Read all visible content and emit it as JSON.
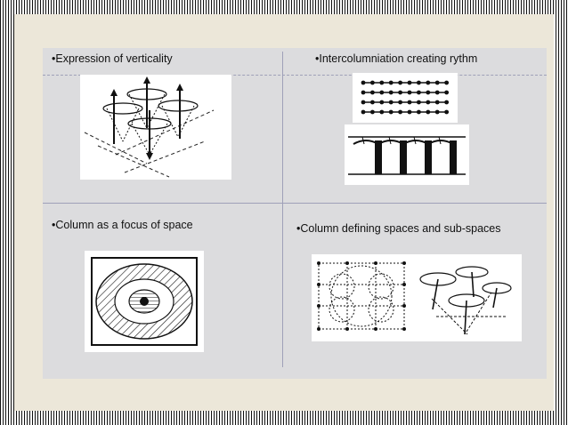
{
  "captions": {
    "top_left": "•Expression of verticality",
    "top_right": "•Intercolumniation creating rythm",
    "bottom_left": "•Column as a focus of space",
    "bottom_right": "•Column defining spaces and sub-spaces"
  }
}
